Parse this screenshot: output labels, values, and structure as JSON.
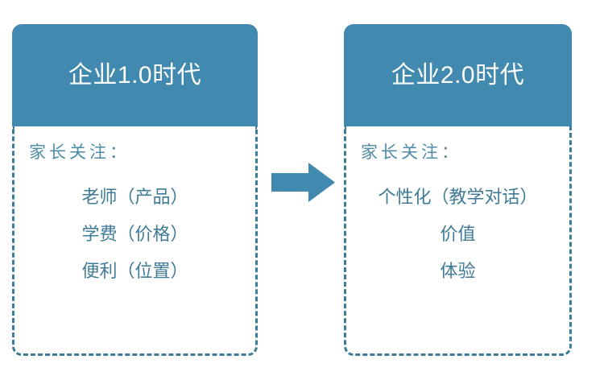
{
  "diagram": {
    "type": "two-stage-comparison",
    "accent_color": "#4189AE",
    "body_text_color": "#3F7B96",
    "border_color": "#3C7C96",
    "background_color": "#FFFFFF",
    "connector": {
      "icon": "right-arrow-icon",
      "color": "#4189AE",
      "direction": "right"
    },
    "cards": [
      {
        "title": "企业1.0时代",
        "label": "家长关注：",
        "items": [
          "老师（产品）",
          "学费（价格）",
          "便利（位置）"
        ]
      },
      {
        "title": "企业2.0时代",
        "label": "家长关注：",
        "items": [
          "个性化（教学对话）",
          "价值",
          "体验"
        ]
      }
    ]
  }
}
